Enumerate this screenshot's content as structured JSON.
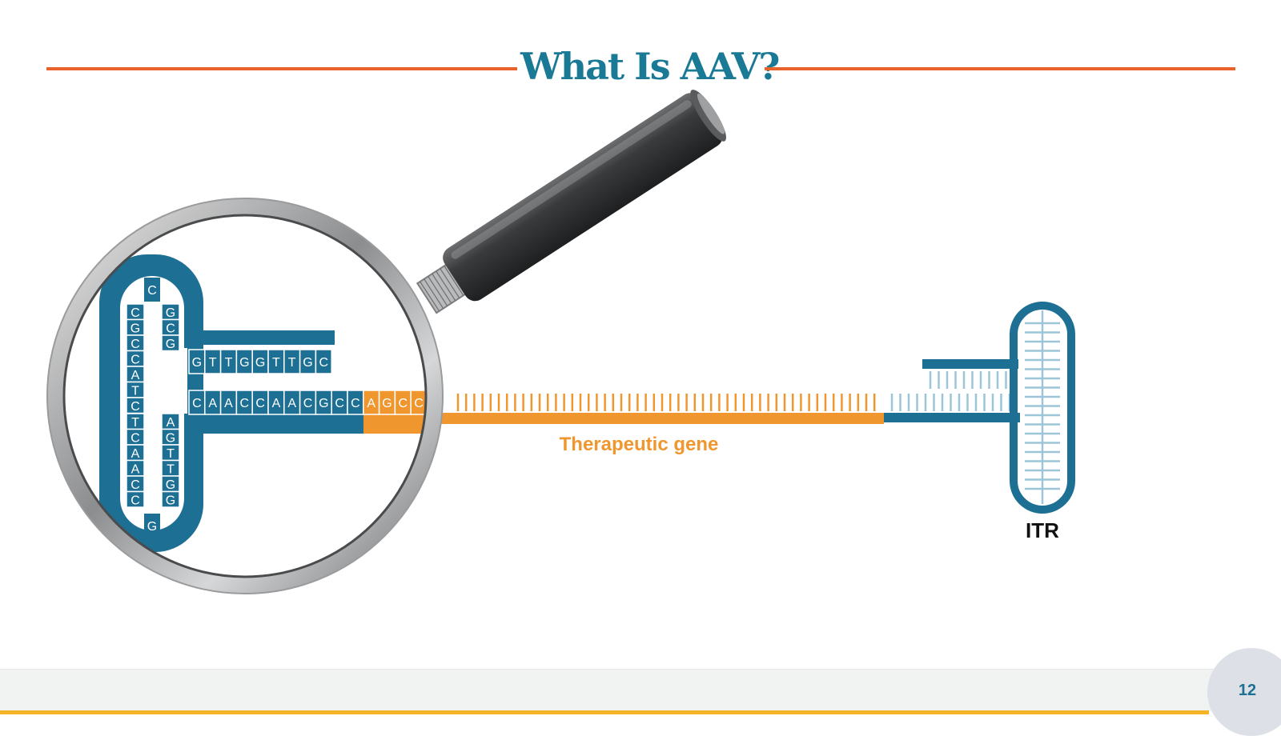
{
  "title": "What Is AAV?",
  "labels": {
    "gene": "Therapeutic gene",
    "itr": "ITR"
  },
  "itr_magnified": {
    "loop_top": "C",
    "loop_bottom": "G",
    "stem_left_top": [
      "C",
      "G",
      "C",
      "C",
      "A",
      "T",
      "C"
    ],
    "stem_right_top": [
      "G",
      "C",
      "G"
    ],
    "stem_left_bottom": [
      "T",
      "C",
      "A",
      "A",
      "C",
      "C"
    ],
    "stem_right_bottom": [
      "A",
      "G",
      "T",
      "T",
      "G",
      "G"
    ],
    "arm_top": [
      "G",
      "T",
      "T",
      "G",
      "G",
      "T",
      "T",
      "G",
      "C"
    ],
    "arm_bottom_blue": [
      "C",
      "A",
      "A",
      "C",
      "C",
      "A",
      "A",
      "C",
      "G",
      "C",
      "C"
    ],
    "arm_bottom_orange": [
      "A",
      "G",
      "C",
      "C"
    ]
  },
  "page_number": "12",
  "colors": {
    "accent_orange": "#e8622c",
    "title_teal": "#1a7a96",
    "dna_blue": "#1d6f94",
    "gene_orange": "#f0962e",
    "footer_yellow": "#f5b428"
  }
}
